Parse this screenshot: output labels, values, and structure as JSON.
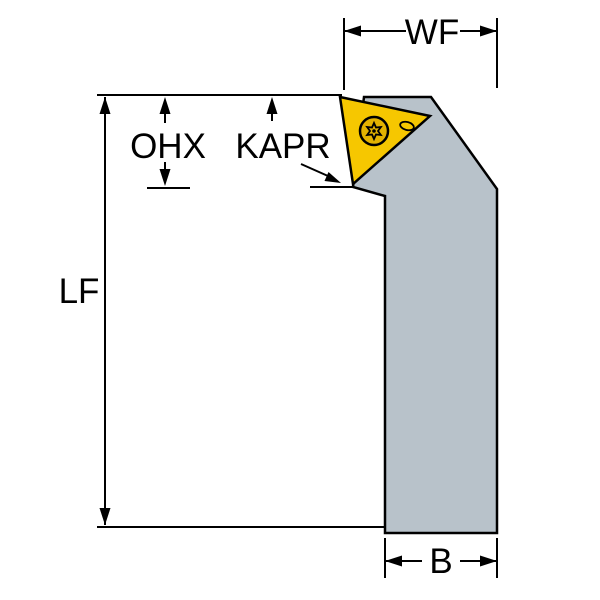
{
  "labels": {
    "wf": "WF",
    "ohx": "OHX",
    "kapr": "KAPR",
    "lf": "LF",
    "b": "B"
  },
  "colors": {
    "background": "#ffffff",
    "body_fill": "#b8c2ca",
    "insert_fill": "#f6c700",
    "screw_fill": "#e3b200",
    "pin_fill": "#dde2e6",
    "line": "#000000"
  }
}
